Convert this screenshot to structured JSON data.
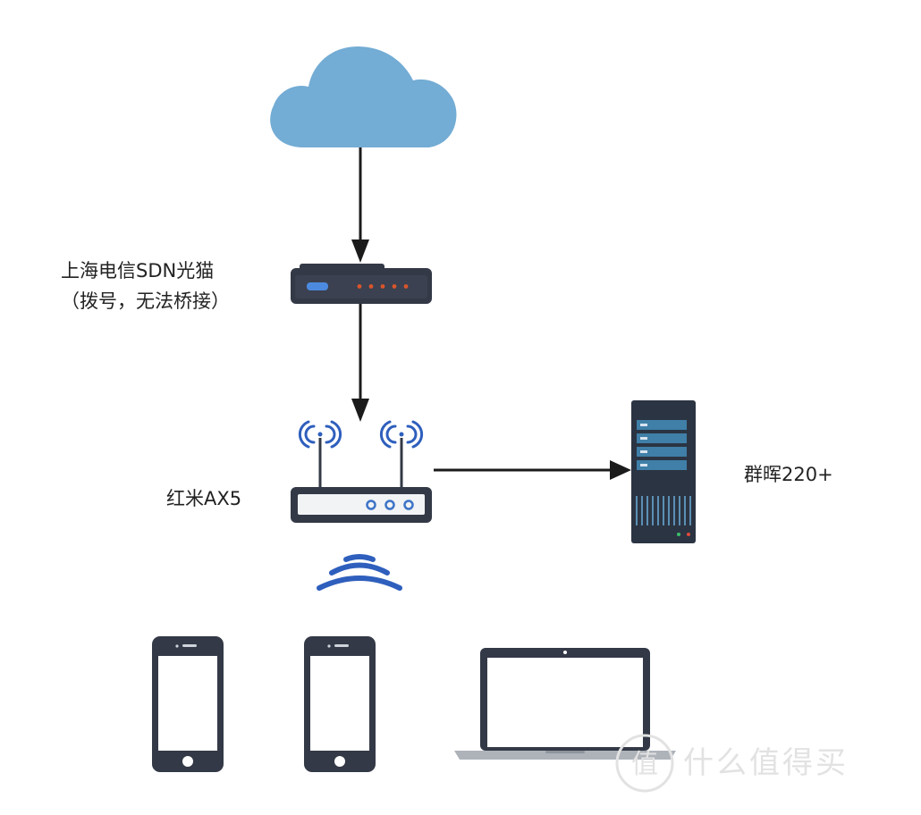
{
  "nodes": {
    "modem": {
      "label_line1": "上海电信SDN光猫",
      "label_line2": "（拨号，无法桥接）"
    },
    "router": {
      "label": "红米AX5"
    },
    "nas": {
      "label": "群晖220+"
    }
  },
  "watermark": {
    "logo_char": "值",
    "text": "什么值得买"
  },
  "colors": {
    "cloud": "#73acd4",
    "device_dark": "#333946",
    "router_led": "#3d74c7",
    "modem_led": "#d9552c",
    "wifi_blue": "#2f5fbd",
    "nas_slot": "#3f7fa8",
    "arrow": "#1b1b1b",
    "watermark": "#e2e2e2"
  },
  "icons": [
    "cloud-icon",
    "modem-icon",
    "router-icon",
    "wifi-signal-icon",
    "nas-server-icon",
    "phone-icon",
    "laptop-icon"
  ]
}
